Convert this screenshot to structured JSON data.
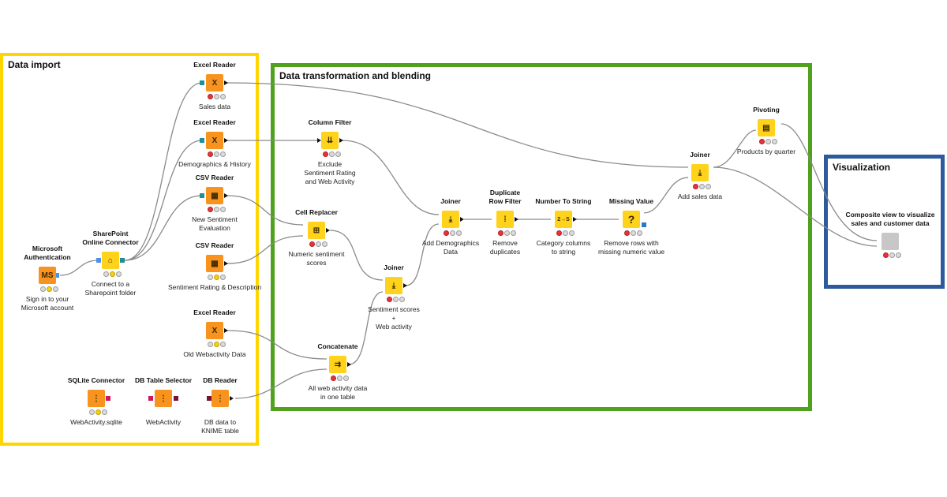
{
  "annotations": {
    "import": "Data import",
    "transform": "Data transformation and blending",
    "visualization": "Visualization"
  },
  "nodes": {
    "ms_auth": {
      "title": "Microsoft\nAuthentication",
      "label": "Sign in to your\nMicrosoft account",
      "icon": "MS"
    },
    "sp_conn": {
      "title": "SharePoint\nOnline Connector",
      "label": "Connect to a\nSharepoint folder",
      "icon": "⌂"
    },
    "excel_sales": {
      "title": "Excel Reader",
      "label": "Sales data",
      "icon": "X"
    },
    "excel_demo": {
      "title": "Excel Reader",
      "label": "Demographics & History",
      "icon": "X"
    },
    "csv_new": {
      "title": "CSV Reader",
      "label": "New Sentiment\nEvaluation",
      "icon": "▦"
    },
    "csv_rating": {
      "title": "CSV Reader",
      "label": "Sentiment Rating & Description",
      "icon": "▦"
    },
    "excel_old": {
      "title": "Excel Reader",
      "label": "Old Webactivity Data",
      "icon": "X"
    },
    "sqlite": {
      "title": "SQLite Connector",
      "label": "WebActivity.sqlite",
      "icon": "⋮"
    },
    "db_table": {
      "title": "DB Table Selector",
      "label": "WebActivity",
      "icon": "⋮"
    },
    "db_reader": {
      "title": "DB Reader",
      "label": "DB data to\nKNIME table",
      "icon": "⋮"
    },
    "col_filter": {
      "title": "Column Filter",
      "label": "Exclude\nSentiment Rating\nand Web Activity",
      "icon": "⇊"
    },
    "cell_replacer": {
      "title": "Cell Replacer",
      "label": "Numeric sentiment\nscores",
      "icon": "⊞"
    },
    "concatenate": {
      "title": "Concatenate",
      "label": "All web activity data\nin one table",
      "icon": "⇉"
    },
    "joiner_web": {
      "title": "Joiner",
      "label": "Sentiment scores\n+\nWeb activity",
      "icon": "⤓"
    },
    "joiner_demo": {
      "title": "Joiner",
      "label": "Add Demographics\nData",
      "icon": "⤓"
    },
    "dup_filter": {
      "title": "Duplicate\nRow Filter",
      "label": "Remove\nduplicates",
      "icon": "⁞"
    },
    "num_to_str": {
      "title": "Number To String",
      "label": "Category columns\nto string",
      "icon": "2→S"
    },
    "missing": {
      "title": "Missing Value",
      "label": "Remove rows with\nmissing numeric value",
      "icon": "?"
    },
    "joiner_sales": {
      "title": "Joiner",
      "label": "Add sales data",
      "icon": "⤓"
    },
    "pivoting": {
      "title": "Pivoting",
      "label": "Products by quarter",
      "icon": "▤"
    },
    "composite": {
      "title": "Composite view to visualize\nsales and customer data",
      "label": "",
      "icon": ""
    }
  },
  "colors": {
    "import_border": "#FFD500",
    "transform_border": "#4FA11E",
    "vis_border": "#2D5A9C",
    "source_node": "#F7931E",
    "manipulator_node": "#FFD21C",
    "view_node": "#C7C7C7"
  }
}
